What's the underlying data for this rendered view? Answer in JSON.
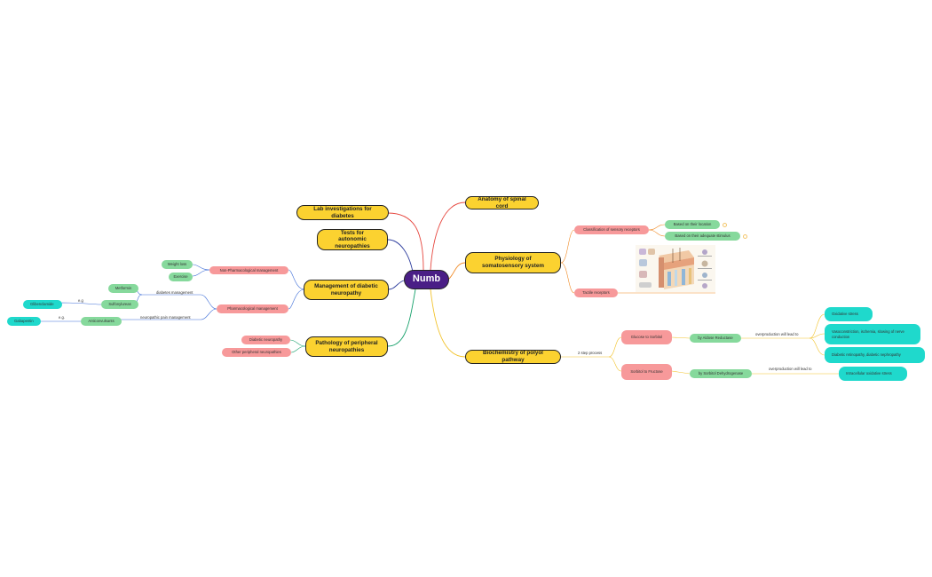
{
  "root": "Numb",
  "main_topics": {
    "lab": "Lab investigations for diabetes",
    "tests": "Tests for autonomic neuropathies",
    "management": "Management of diabetic neuropathy",
    "pathology": "Pathology of peripheral neuropathies",
    "anatomy": "Anatomy of spinal cord",
    "physiology": "Physiology of somatosensory system",
    "biochemistry": "Biochemistry of polyol pathway"
  },
  "management": {
    "non_pharm": "Non-Pharmacological management",
    "weight_loss": "Weight loss",
    "exercise": "Exercise",
    "pharm": "Pharmacological management",
    "diabetes_mgmt_label": "diabetes management",
    "metformin": "Metformin",
    "sulfonylureas": "Sulfonylureas",
    "eg1": "e.g",
    "glibenclamide": "Glibenclamide",
    "pain_mgmt_label": "neuropathic pain management",
    "anticonvulsants": "Anticonvulsants",
    "eg2": "e.g.",
    "gabapentin": "Gabapentin"
  },
  "pathology": {
    "diabetic_neuropathy": "Diabetic neuropathy",
    "other": "Other peripheral neuropathies"
  },
  "physiology": {
    "classification": "Classification of sensory receptors",
    "location": "Based on their location",
    "stimulus": "Based on their adequate stimulus",
    "tactile": "Tactile receptors"
  },
  "biochemistry": {
    "two_step": "2 step process",
    "glucose_sorbitol": "Glucose to Sorbitol",
    "aldose": "by Aldose Reductase",
    "overproduction1": "overproduction will lead to",
    "oxidative": "Oxidative stress",
    "vaso": "Vasoconstriction, ischemia, slowing of nerve conduction",
    "retino": "Diabetic retinopathy, diabetic nephropathy",
    "sorbitol_fructose": "Sorbitol to Fructose",
    "dehydrogenase": "by Sorbitol Dehydrogenase",
    "overproduction2": "overproduction will lead to",
    "intracellular": "Intracellular oxidative stress"
  },
  "colors": {
    "root": "#4a1e86",
    "main": "#fbd230",
    "pink": "#f7999a",
    "green": "#86d99c",
    "cyan": "#1fd9cc",
    "edge_red": "#e6473f",
    "edge_navy": "#2a3a9c",
    "edge_blue": "#3f6fd8",
    "edge_green": "#15a06a",
    "edge_orange": "#f08a25",
    "edge_yellow": "#f2c22a"
  }
}
